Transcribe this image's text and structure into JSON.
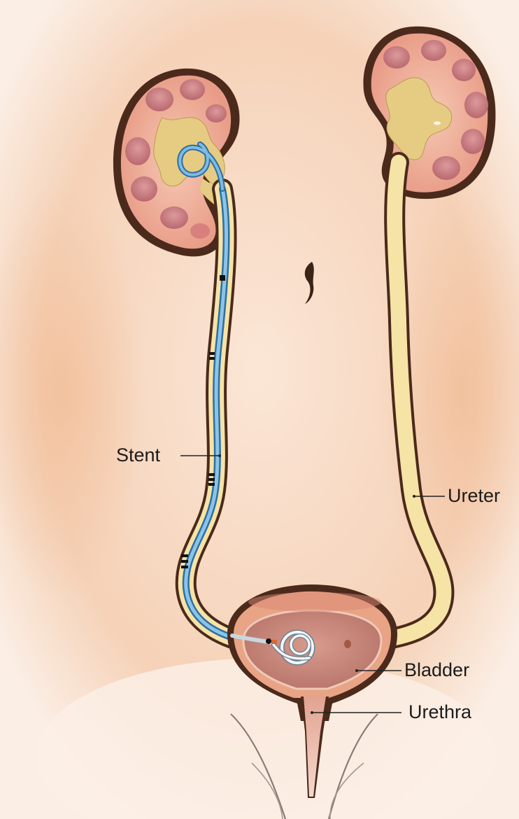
{
  "labels": {
    "stent": "Stent",
    "ureter": "Ureter",
    "bladder": "Bladder",
    "urethra": "Urethra"
  },
  "colors": {
    "skin": "#f7dcc7",
    "skin_glow": "#f3c5a2",
    "kidney_outline": "#4b2a1c",
    "cortex": "#f0b39c",
    "pyramid": "#c97f84",
    "pelvis": "#e8cf86",
    "ureter_fill": "#f7e6a8",
    "stent_blue": "#3b95cf",
    "stent_light": "#dbe7ef",
    "bladder_wall": "#e9a385",
    "bladder_lumen": "#c9877a",
    "leader_line": "#222222"
  },
  "icons": [
    "kidney-left-icon",
    "kidney-right-icon",
    "bladder-icon",
    "stent-coil-icon",
    "navel-icon"
  ]
}
